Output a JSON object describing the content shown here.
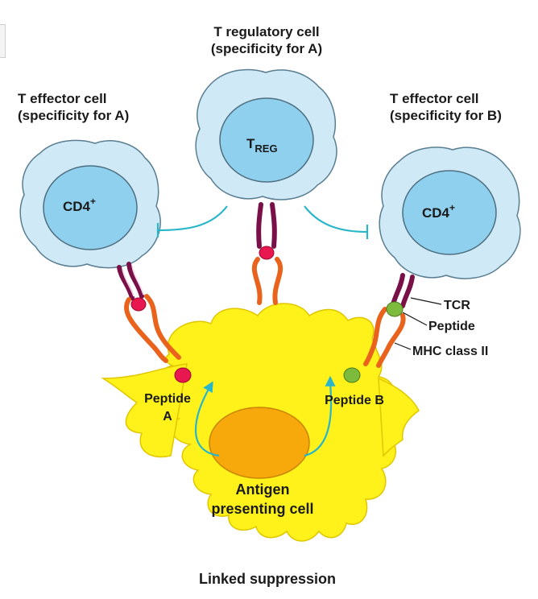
{
  "title": "Linked suppression",
  "cells": {
    "effector_a": {
      "heading_line1": "T effector cell",
      "heading_line2": "(specificity for A)",
      "nucleus_label": "CD4",
      "nucleus_sup": "+"
    },
    "regulatory": {
      "heading_line1": "T regulatory cell",
      "heading_line2": "(specificity for A)",
      "nucleus_label": "T",
      "nucleus_sub": "REG"
    },
    "effector_b": {
      "heading_line1": "T effector cell",
      "heading_line2": "(specificity for B)",
      "nucleus_label": "CD4",
      "nucleus_sup": "+"
    },
    "apc": {
      "label_line1": "Antigen",
      "label_line2": "presenting cell"
    }
  },
  "peptides": {
    "a_line1": "Peptide",
    "a_line2": "A",
    "b": "Peptide B"
  },
  "callouts": {
    "tcr": "TCR",
    "peptide": "Peptide",
    "mhc": "MHC class II"
  },
  "colors": {
    "cell_outer": "#cfe9f7",
    "cell_nucleus": "#8fd0ef",
    "apc_body": "#fff21a",
    "apc_nucleus": "#f7a90c",
    "tcr": "#7a1048",
    "mhc": "#e9631d",
    "peptide_a": "#e8174f",
    "peptide_b": "#7dbb3c",
    "arrow": "#29b6c9"
  }
}
